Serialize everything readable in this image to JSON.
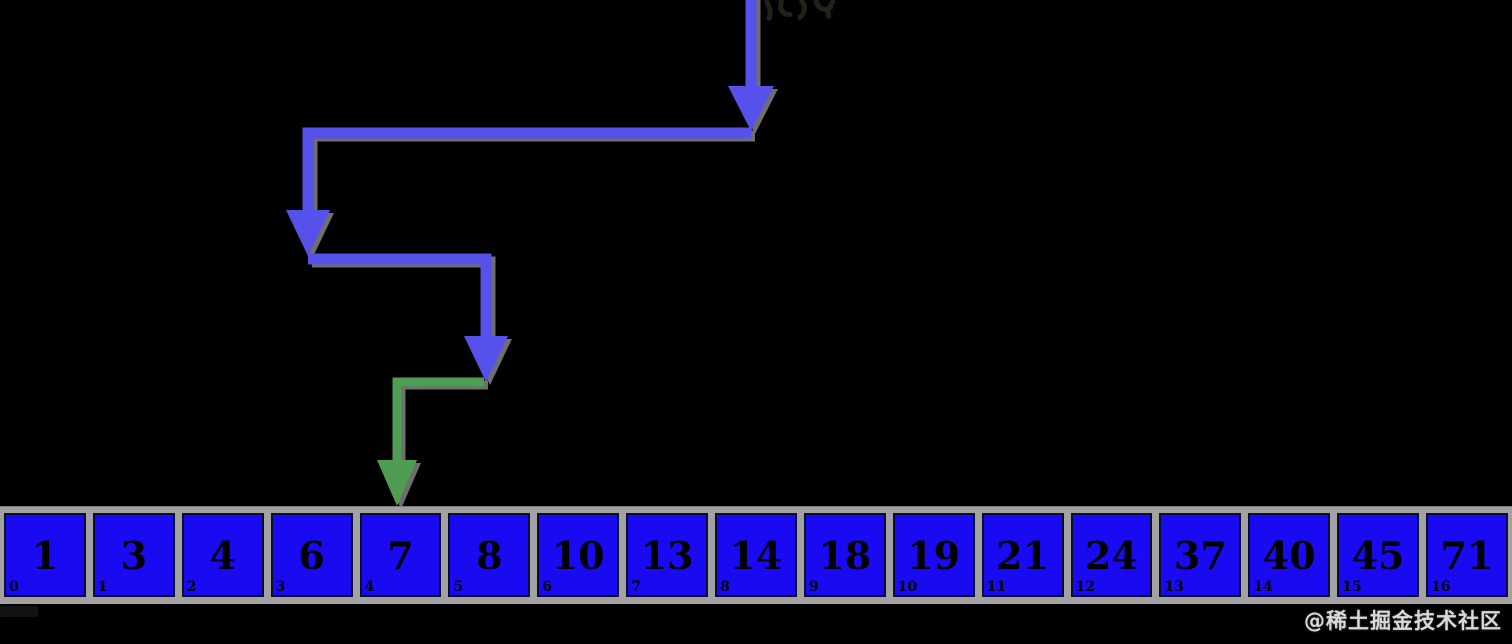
{
  "diagram": {
    "kind": "binary-search-steps-over-sorted-array",
    "array": {
      "cells": [
        {
          "value": "1",
          "index": "0"
        },
        {
          "value": "3",
          "index": "1"
        },
        {
          "value": "4",
          "index": "2"
        },
        {
          "value": "6",
          "index": "3"
        },
        {
          "value": "7",
          "index": "4"
        },
        {
          "value": "8",
          "index": "5"
        },
        {
          "value": "10",
          "index": "6"
        },
        {
          "value": "13",
          "index": "7"
        },
        {
          "value": "14",
          "index": "8"
        },
        {
          "value": "18",
          "index": "9"
        },
        {
          "value": "19",
          "index": "10"
        },
        {
          "value": "21",
          "index": "11"
        },
        {
          "value": "24",
          "index": "12"
        },
        {
          "value": "37",
          "index": "13"
        },
        {
          "value": "40",
          "index": "14"
        },
        {
          "value": "45",
          "index": "15"
        },
        {
          "value": "71",
          "index": "16"
        }
      ]
    },
    "arrows": [
      {
        "name": "step-1",
        "style": "blue",
        "points_to_index": 8
      },
      {
        "name": "step-2",
        "style": "blue",
        "points_to_index": 3
      },
      {
        "name": "step-3",
        "style": "blue",
        "points_to_index": 5
      },
      {
        "name": "step-4-found",
        "style": "green",
        "points_to_index": 4
      }
    ],
    "colors": {
      "background": "#000000",
      "arrow_blue": "#5551ea",
      "arrow_green": "#4f9c53",
      "cell_blue": "#1a0af2",
      "strip_gray": "#a2a2a2",
      "shadow_gray": "#6e6e6e"
    }
  },
  "watermark": {
    "text": "@稀土掘金技术社区"
  }
}
